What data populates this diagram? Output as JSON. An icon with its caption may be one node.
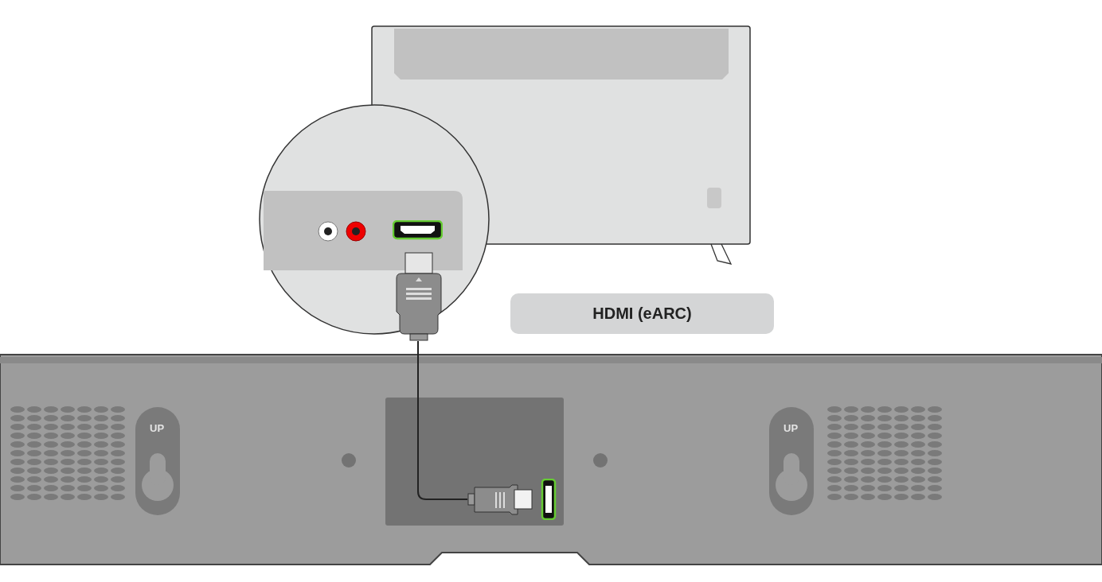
{
  "diagram": {
    "nodes": [
      {
        "text": [
          "HDMI (eARC)"
        ]
      },
      {
        "text": [],
        "shape": "picture"
      },
      {
        "text": [],
        "shape": "picture"
      }
    ],
    "edges": [
      {
        "from": 1,
        "to": 2,
        "arrow": "none"
      }
    ],
    "labels": [
      "UP",
      "UP"
    ]
  }
}
